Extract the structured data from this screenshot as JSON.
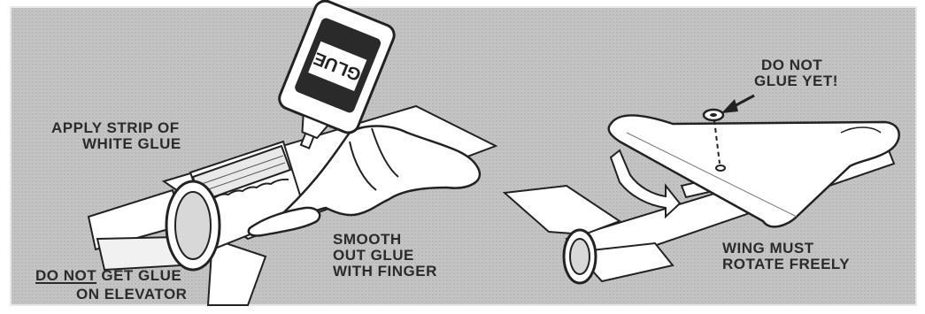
{
  "labels": {
    "apply_line1": "APPLY STRIP OF",
    "apply_line2": "WHITE GLUE",
    "smooth_line1": "SMOOTH",
    "smooth_line2": "OUT GLUE",
    "smooth_line3": "WITH FINGER",
    "do_not_prefix": "DO NOT",
    "get_glue": "GET GLUE",
    "on_elevator": "ON ELEVATOR",
    "do_not_line1": "DO NOT",
    "do_not_line2": "GLUE YET!",
    "wing_line1": "WING MUST",
    "wing_line2": "ROTATE FREELY"
  },
  "glue_bottle": {
    "label": "GLUE"
  },
  "colors": {
    "background": "#c9c9c9",
    "ink": "#222222",
    "paper": "#ffffff"
  }
}
